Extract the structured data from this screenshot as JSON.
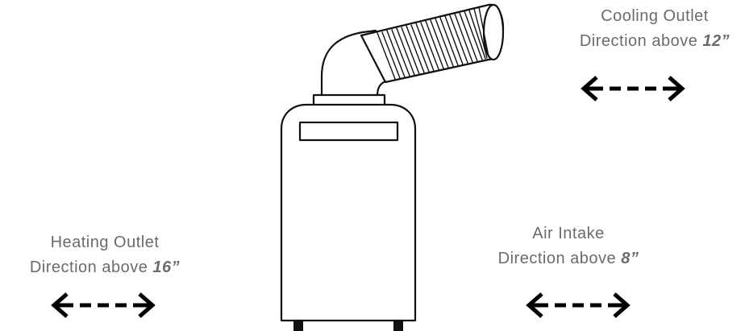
{
  "cooling": {
    "title": "Cooling Outlet",
    "prefix": "Direction above",
    "value": "12”"
  },
  "heating": {
    "title": "Heating Outlet",
    "prefix": "Direction above",
    "value": "16”"
  },
  "intake": {
    "title": "Air Intake",
    "prefix": "Direction above",
    "value": "8”"
  },
  "colors": {
    "label_text": "#6b6b6b",
    "arrow": "#000000",
    "outline": "#111111"
  },
  "icons": {
    "arrow": "double-headed-dashed-arrow-icon",
    "unit": "portable-air-conditioner-illustration"
  }
}
